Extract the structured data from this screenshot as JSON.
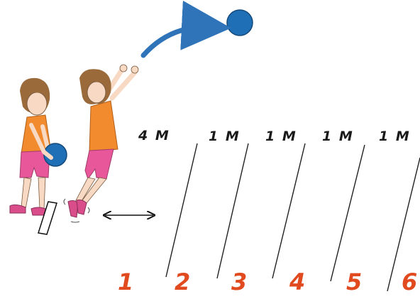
{
  "distance_labels": [
    "4 M",
    "1 M",
    "1 M",
    "1 M",
    "1 M"
  ],
  "zone_numbers": [
    "1",
    "2",
    "3",
    "4",
    "5",
    "6"
  ],
  "colors": {
    "ball": "#1e6fb5",
    "arc_arrow": "#2f73b8",
    "shirt": "#f28a2e",
    "shorts": "#e8579a",
    "shoes": "#d94e8a",
    "hair": "#9a6a3a",
    "skin": "#f7d9c4",
    "zone_numbers": "#e04a1e",
    "lines": "#222222"
  },
  "icons": [
    "ball-icon",
    "arc-arrow-icon",
    "double-arrow-icon",
    "throw-marker-icon"
  ]
}
